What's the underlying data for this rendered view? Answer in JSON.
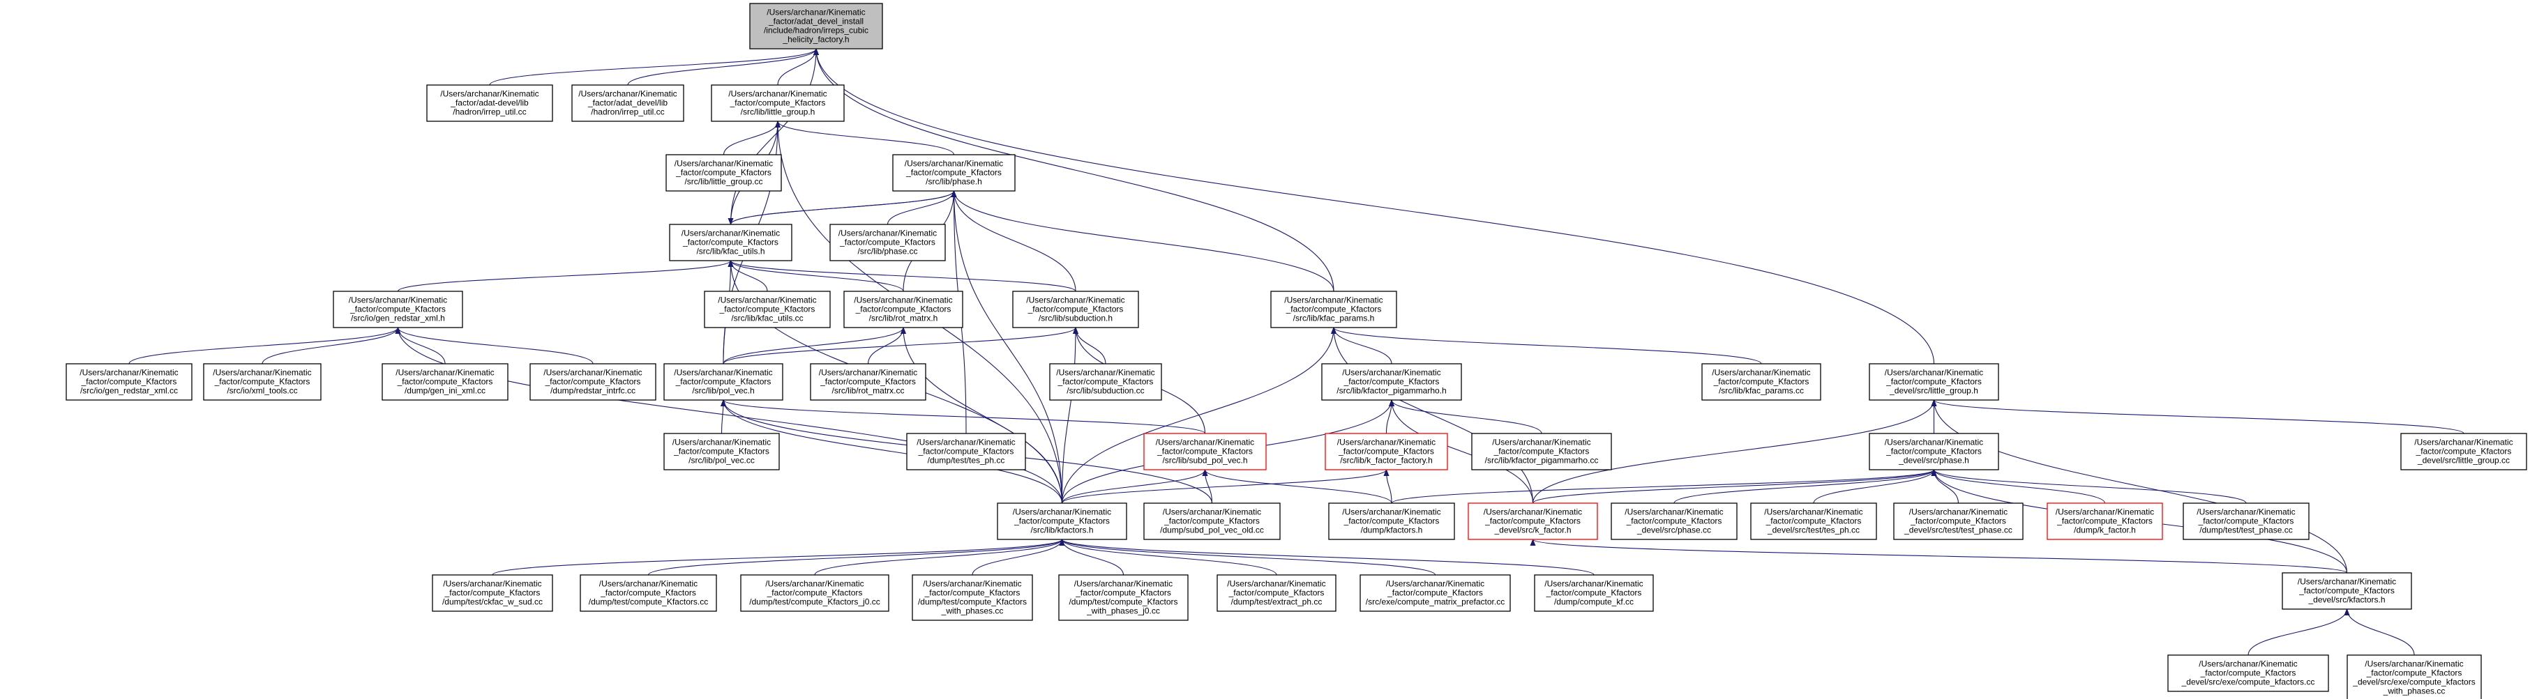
{
  "colors": {
    "edge": "#191970",
    "root_fill": "#bfbfbf",
    "red_border": "#ff0000",
    "node_border": "#000000"
  },
  "nodes": [
    {
      "id": "n0",
      "lines": [
        "/Users/archanar/Kinematic",
        "_factor/adat_devel_install",
        "/include/hadron/irreps_cubic",
        "_helicity_factory.h"
      ],
      "style": "root"
    },
    {
      "id": "n1",
      "lines": [
        "/Users/archanar/Kinematic",
        "_factor/adat-devel/lib",
        "/hadron/irrep_util.cc"
      ]
    },
    {
      "id": "n2",
      "lines": [
        "/Users/archanar/Kinematic",
        "_factor/adat_devel/lib",
        "/hadron/irrep_util.cc"
      ]
    },
    {
      "id": "n3",
      "lines": [
        "/Users/archanar/Kinematic",
        "_factor/compute_Kfactors",
        "/src/lib/little_group.h"
      ]
    },
    {
      "id": "n4",
      "lines": [
        "/Users/archanar/Kinematic",
        "_factor/compute_Kfactors",
        "/src/lib/little_group.cc"
      ]
    },
    {
      "id": "n5",
      "lines": [
        "/Users/archanar/Kinematic",
        "_factor/compute_Kfactors",
        "/src/lib/phase.h"
      ]
    },
    {
      "id": "n6",
      "lines": [
        "/Users/archanar/Kinematic",
        "_factor/compute_Kfactors",
        "/src/lib/kfac_utils.h"
      ]
    },
    {
      "id": "n7",
      "lines": [
        "/Users/archanar/Kinematic",
        "_factor/compute_Kfactors",
        "/src/lib/phase.cc"
      ]
    },
    {
      "id": "n8",
      "lines": [
        "/Users/archanar/Kinematic",
        "_factor/compute_Kfactors",
        "/src/io/gen_redstar_xml.h"
      ]
    },
    {
      "id": "n9",
      "lines": [
        "/Users/archanar/Kinematic",
        "_factor/compute_Kfactors",
        "/src/lib/kfac_utils.cc"
      ]
    },
    {
      "id": "n10",
      "lines": [
        "/Users/archanar/Kinematic",
        "_factor/compute_Kfactors",
        "/src/lib/rot_matrx.h"
      ]
    },
    {
      "id": "n11",
      "lines": [
        "/Users/archanar/Kinematic",
        "_factor/compute_Kfactors",
        "/src/lib/subduction.h"
      ]
    },
    {
      "id": "n12",
      "lines": [
        "/Users/archanar/Kinematic",
        "_factor/compute_Kfactors",
        "/src/lib/kfac_params.h"
      ]
    },
    {
      "id": "n13",
      "lines": [
        "/Users/archanar/Kinematic",
        "_factor/compute_Kfactors",
        "/src/io/gen_redstar_xml.cc"
      ]
    },
    {
      "id": "n14",
      "lines": [
        "/Users/archanar/Kinematic",
        "_factor/compute_Kfactors",
        "/src/io/xml_tools.cc"
      ]
    },
    {
      "id": "n15",
      "lines": [
        "/Users/archanar/Kinematic",
        "_factor/compute_Kfactors",
        "/dump/gen_ini_xml.cc"
      ]
    },
    {
      "id": "n16",
      "lines": [
        "/Users/archanar/Kinematic",
        "_factor/compute_Kfactors",
        "/dump/redstar_intrfc.cc"
      ]
    },
    {
      "id": "n17",
      "lines": [
        "/Users/archanar/Kinematic",
        "_factor/compute_Kfactors",
        "/src/lib/pol_vec.h"
      ]
    },
    {
      "id": "n18",
      "lines": [
        "/Users/archanar/Kinematic",
        "_factor/compute_Kfactors",
        "/src/lib/rot_matrx.cc"
      ]
    },
    {
      "id": "n19",
      "lines": [
        "/Users/archanar/Kinematic",
        "_factor/compute_Kfactors",
        "/src/lib/subduction.cc"
      ]
    },
    {
      "id": "n20",
      "lines": [
        "/Users/archanar/Kinematic",
        "_factor/compute_Kfactors",
        "/src/lib/kfactor_pigammarho.h"
      ]
    },
    {
      "id": "n21",
      "lines": [
        "/Users/archanar/Kinematic",
        "_factor/compute_Kfactors",
        "/src/lib/kfac_params.cc"
      ]
    },
    {
      "id": "n22",
      "lines": [
        "/Users/archanar/Kinematic",
        "_factor/compute_Kfactors",
        "_devel/src/little_group.h"
      ]
    },
    {
      "id": "n23",
      "lines": [
        "/Users/archanar/Kinematic",
        "_factor/compute_Kfactors",
        "/src/lib/pol_vec.cc"
      ]
    },
    {
      "id": "n24",
      "lines": [
        "/Users/archanar/Kinematic",
        "_factor/compute_Kfactors",
        "/dump/test/tes_ph.cc"
      ]
    },
    {
      "id": "n25",
      "lines": [
        "/Users/archanar/Kinematic",
        "_factor/compute_Kfactors",
        "/src/lib/subd_pol_vec.h"
      ],
      "style": "red"
    },
    {
      "id": "n26",
      "lines": [
        "/Users/archanar/Kinematic",
        "_factor/compute_Kfactors",
        "/src/lib/k_factor_factory.h"
      ],
      "style": "red"
    },
    {
      "id": "n27",
      "lines": [
        "/Users/archanar/Kinematic",
        "_factor/compute_Kfactors",
        "/src/lib/kfactor_pigammarho.cc"
      ]
    },
    {
      "id": "n28",
      "lines": [
        "/Users/archanar/Kinematic",
        "_factor/compute_Kfactors",
        "_devel/src/phase.h"
      ]
    },
    {
      "id": "n29",
      "lines": [
        "/Users/archanar/Kinematic",
        "_factor/compute_Kfactors",
        "_devel/src/little_group.cc"
      ]
    },
    {
      "id": "n30",
      "lines": [
        "/Users/archanar/Kinematic",
        "_factor/compute_Kfactors",
        "/src/lib/kfactors.h"
      ]
    },
    {
      "id": "n31",
      "lines": [
        "/Users/archanar/Kinematic",
        "_factor/compute_Kfactors",
        "/dump/subd_pol_vec_old.cc"
      ]
    },
    {
      "id": "n32",
      "lines": [
        "/Users/archanar/Kinematic",
        "_factor/compute_Kfactors",
        "/dump/kfactors.h"
      ]
    },
    {
      "id": "n33",
      "lines": [
        "/Users/archanar/Kinematic",
        "_factor/compute_Kfactors",
        "_devel/src/k_factor.h"
      ],
      "style": "red"
    },
    {
      "id": "n34",
      "lines": [
        "/Users/archanar/Kinematic",
        "_factor/compute_Kfactors",
        "_devel/src/phase.cc"
      ]
    },
    {
      "id": "n35",
      "lines": [
        "/Users/archanar/Kinematic",
        "_factor/compute_Kfactors",
        "_devel/src/test/tes_ph.cc"
      ]
    },
    {
      "id": "n36",
      "lines": [
        "/Users/archanar/Kinematic",
        "_factor/compute_Kfactors",
        "_devel/src/test/test_phase.cc"
      ]
    },
    {
      "id": "n37",
      "lines": [
        "/Users/archanar/Kinematic",
        "_factor/compute_Kfactors",
        "/dump/k_factor.h"
      ],
      "style": "red"
    },
    {
      "id": "n38",
      "lines": [
        "/Users/archanar/Kinematic",
        "_factor/compute_Kfactors",
        "/dump/test/test_phase.cc"
      ]
    },
    {
      "id": "n39",
      "lines": [
        "/Users/archanar/Kinematic",
        "_factor/compute_Kfactors",
        "/dump/test/ckfac_w_sud.cc"
      ]
    },
    {
      "id": "n40",
      "lines": [
        "/Users/archanar/Kinematic",
        "_factor/compute_Kfactors",
        "/dump/test/compute_Kfactors.cc"
      ]
    },
    {
      "id": "n41",
      "lines": [
        "/Users/archanar/Kinematic",
        "_factor/compute_Kfactors",
        "/dump/test/compute_Kfactors_j0.cc"
      ]
    },
    {
      "id": "n42",
      "lines": [
        "/Users/archanar/Kinematic",
        "_factor/compute_Kfactors",
        "/dump/test/compute_Kfactors",
        "_with_phases.cc"
      ]
    },
    {
      "id": "n43",
      "lines": [
        "/Users/archanar/Kinematic",
        "_factor/compute_Kfactors",
        "/dump/test/compute_Kfactors",
        "_with_phases_j0.cc"
      ]
    },
    {
      "id": "n44",
      "lines": [
        "/Users/archanar/Kinematic",
        "_factor/compute_Kfactors",
        "/dump/test/extract_ph.cc"
      ]
    },
    {
      "id": "n45",
      "lines": [
        "/Users/archanar/Kinematic",
        "_factor/compute_Kfactors",
        "/src/exe/compute_matrix_prefactor.cc"
      ]
    },
    {
      "id": "n46",
      "lines": [
        "/Users/archanar/Kinematic",
        "_factor/compute_Kfactors",
        "/dump/compute_kf.cc"
      ]
    },
    {
      "id": "n47",
      "lines": [
        "/Users/archanar/Kinematic",
        "_factor/compute_Kfactors",
        "_devel/src/kfactors.h"
      ]
    },
    {
      "id": "n48",
      "lines": [
        "/Users/archanar/Kinematic",
        "_factor/compute_Kfactors",
        "_devel/src/exe/compute_kfactors.cc"
      ]
    },
    {
      "id": "n49",
      "lines": [
        "/Users/archanar/Kinematic",
        "_factor/compute_Kfactors",
        "_devel/src/exe/compute_kfactors",
        "_with_phases.cc"
      ]
    }
  ],
  "edges": [
    [
      "n1",
      "n0"
    ],
    [
      "n2",
      "n0"
    ],
    [
      "n3",
      "n0"
    ],
    [
      "n6",
      "n0"
    ],
    [
      "n12",
      "n0"
    ],
    [
      "n22",
      "n0"
    ],
    [
      "n4",
      "n3"
    ],
    [
      "n6",
      "n3"
    ],
    [
      "n17",
      "n3"
    ],
    [
      "n30",
      "n3"
    ],
    [
      "n5",
      "n3"
    ],
    [
      "n6",
      "n5"
    ],
    [
      "n7",
      "n5"
    ],
    [
      "n10",
      "n5"
    ],
    [
      "n11",
      "n5"
    ],
    [
      "n12",
      "n5"
    ],
    [
      "n24",
      "n5"
    ],
    [
      "n30",
      "n5"
    ],
    [
      "n5",
      "n6"
    ],
    [
      "n8",
      "n6"
    ],
    [
      "n9",
      "n6"
    ],
    [
      "n10",
      "n6"
    ],
    [
      "n11",
      "n6"
    ],
    [
      "n17",
      "n6"
    ],
    [
      "n30",
      "n6"
    ],
    [
      "n13",
      "n8"
    ],
    [
      "n14",
      "n8"
    ],
    [
      "n15",
      "n8"
    ],
    [
      "n16",
      "n8"
    ],
    [
      "n30",
      "n8"
    ],
    [
      "n17",
      "n10"
    ],
    [
      "n18",
      "n10"
    ],
    [
      "n30",
      "n10"
    ],
    [
      "n17",
      "n11"
    ],
    [
      "n19",
      "n11"
    ],
    [
      "n25",
      "n11"
    ],
    [
      "n30",
      "n11"
    ],
    [
      "n30",
      "n12"
    ],
    [
      "n20",
      "n12"
    ],
    [
      "n21",
      "n12"
    ],
    [
      "n33",
      "n12"
    ],
    [
      "n23",
      "n17"
    ],
    [
      "n30",
      "n17"
    ],
    [
      "n25",
      "n17"
    ],
    [
      "n31",
      "n17"
    ],
    [
      "n30",
      "n25"
    ],
    [
      "n31",
      "n25"
    ],
    [
      "n32",
      "n25"
    ],
    [
      "n26",
      "n20"
    ],
    [
      "n27",
      "n20"
    ],
    [
      "n30",
      "n20"
    ],
    [
      "n33",
      "n20"
    ],
    [
      "n30",
      "n26"
    ],
    [
      "n32",
      "n26"
    ],
    [
      "n28",
      "n22"
    ],
    [
      "n29",
      "n22"
    ],
    [
      "n47",
      "n22"
    ],
    [
      "n33",
      "n22"
    ],
    [
      "n32",
      "n28"
    ],
    [
      "n33",
      "n28"
    ],
    [
      "n34",
      "n28"
    ],
    [
      "n35",
      "n28"
    ],
    [
      "n36",
      "n28"
    ],
    [
      "n37",
      "n28"
    ],
    [
      "n38",
      "n28"
    ],
    [
      "n47",
      "n28"
    ],
    [
      "n47",
      "n33"
    ],
    [
      "n39",
      "n30"
    ],
    [
      "n40",
      "n30"
    ],
    [
      "n41",
      "n30"
    ],
    [
      "n42",
      "n30"
    ],
    [
      "n43",
      "n30"
    ],
    [
      "n44",
      "n30"
    ],
    [
      "n45",
      "n30"
    ],
    [
      "n46",
      "n30"
    ],
    [
      "n48",
      "n47"
    ],
    [
      "n49",
      "n47"
    ]
  ]
}
